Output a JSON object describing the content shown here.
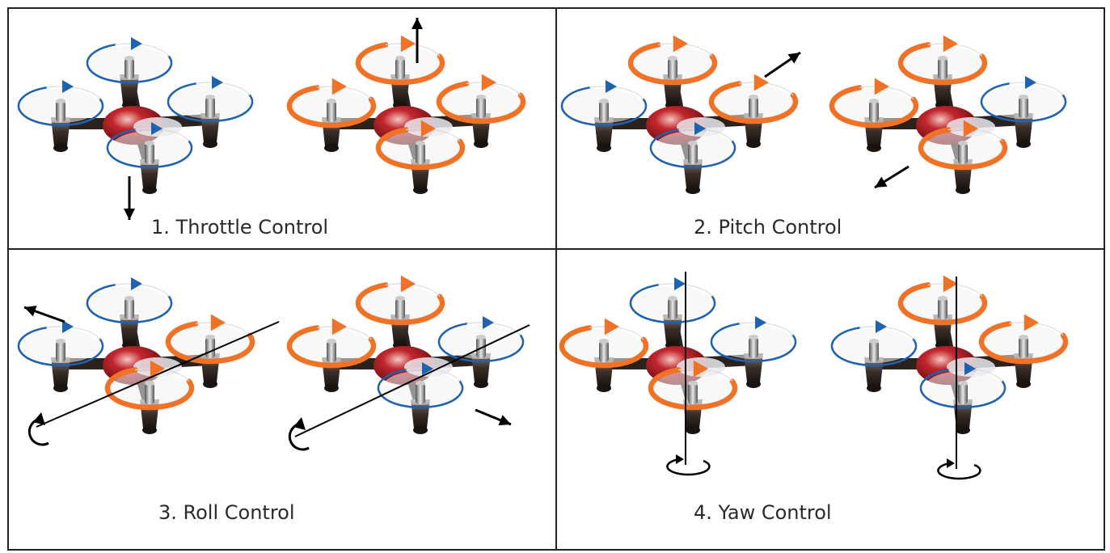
{
  "panels": [
    {
      "caption": "1. Throttle Control"
    },
    {
      "caption": "2. Pitch Control"
    },
    {
      "caption": "3. Roll Control"
    },
    {
      "caption": "4. Yaw Control"
    }
  ],
  "colors": {
    "slow_rotor": "#1f63b0",
    "fast_rotor": "#f07227",
    "frame": "#222222",
    "body": "#a51d22"
  },
  "rotor_states": [
    [
      "slow",
      "slow",
      "slow",
      "slow",
      "fast",
      "fast",
      "fast",
      "fast"
    ],
    [
      "fast",
      "slow",
      "fast",
      "slow",
      "fast",
      "fast",
      "slow",
      "fast"
    ],
    [
      "slow",
      "slow",
      "fast",
      "fast",
      "fast",
      "fast",
      "slow",
      "slow"
    ],
    [
      "slow",
      "fast",
      "slow",
      "fast",
      "fast",
      "slow",
      "fast",
      "slow"
    ]
  ]
}
